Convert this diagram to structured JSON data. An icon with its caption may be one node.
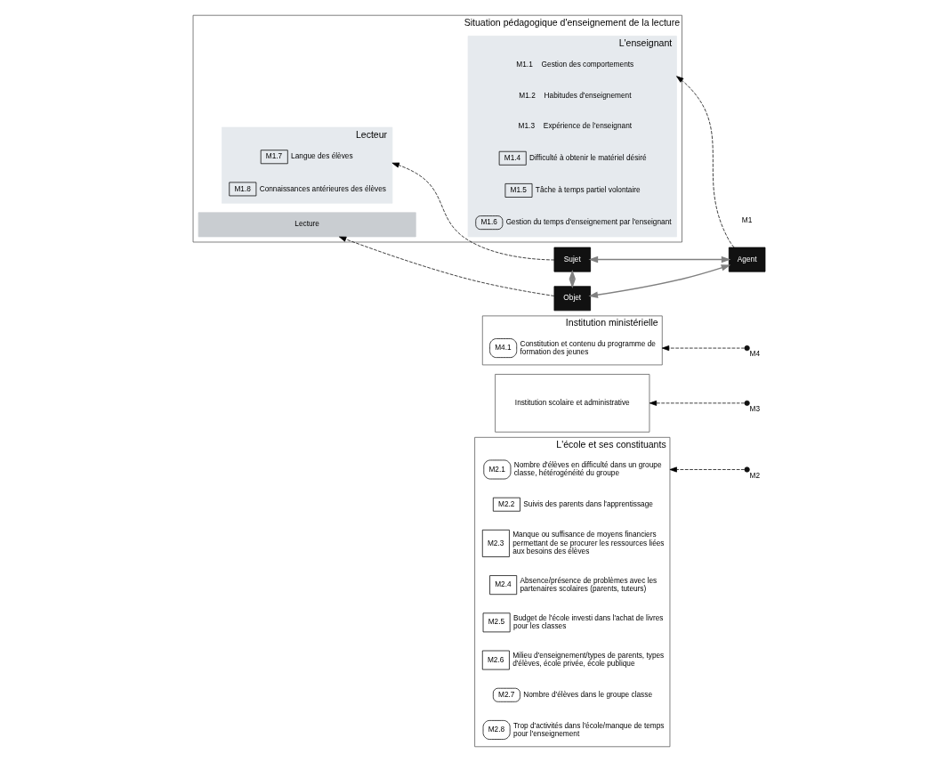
{
  "diagram": {
    "nodes": [
      {
        "text": [
          "L'école et ses constituants"
        ]
      },
      {
        "text": [
          "M2.1"
        ],
        "in": 0,
        "beside": [
          "Nombre d'élèves en difficulté dans un groupe classe, hétérogénéité du groupe"
        ]
      },
      {
        "text": [
          "M2.2"
        ],
        "in": 0,
        "beside": [
          "Suivis des parents dans l'apprentissage"
        ]
      },
      {
        "text": [
          "M2.3"
        ],
        "in": 0,
        "beside": [
          "Manque ou suffisance de moyens financiers permettant de se procurer les ressources liées aux besoins des élèves"
        ]
      },
      {
        "text": [
          "M2.4"
        ],
        "in": 0,
        "beside": [
          "Absence/présence de problèmes avec les partenaires scolaires (parents, tuteurs)"
        ]
      },
      {
        "text": [
          "M2.5"
        ],
        "in": 0,
        "beside": [
          "Budget de l'école investi dans l'achat de livres pour les classes"
        ]
      },
      {
        "text": [
          "M2.6"
        ],
        "in": 0,
        "beside": [
          "Milieu d'enseignement/types de parents, types d'élèves, école privée, école publique"
        ]
      },
      {
        "text": [
          "M2.7"
        ],
        "in": 0,
        "beside": [
          "Nombre d'élèves dans le groupe classe"
        ]
      },
      {
        "text": [
          "M2.8"
        ],
        "in": 0,
        "beside": [
          "Trop d'activités dans l'école/manque de temps pour l'enseignement"
        ]
      },
      {
        "text": [
          "Institution scolaire et administrative"
        ]
      },
      {
        "text": [
          "Institution ministérielle"
        ]
      },
      {
        "text": [
          "M4.1"
        ],
        "in": 10,
        "beside": [
          "Constitution et contenu du programme de formation des jeunes"
        ]
      },
      {
        "text": [
          "Situation pédagogique d'enseignement de la lecture"
        ]
      },
      {
        "text": [
          "L'enseignant"
        ],
        "in": 12
      },
      {
        "text": [
          "M1.1"
        ],
        "in": 13,
        "beside": [
          "Gestion des comportements"
        ]
      },
      {
        "text": [
          "M1.2"
        ],
        "in": 13,
        "beside": [
          "Habitudes d'enseignement"
        ]
      },
      {
        "text": [
          "M1.3"
        ],
        "in": 13,
        "beside": [
          "Expérience de l'enseignant"
        ]
      },
      {
        "text": [
          "M1.4"
        ],
        "in": 13,
        "beside": [
          "Difficulté à obtenir le matériel désiré"
        ]
      },
      {
        "text": [
          "M1.5"
        ],
        "in": 13,
        "beside": [
          "Tâche à temps partiel volontaire"
        ]
      },
      {
        "text": [
          "M1.6"
        ],
        "in": 13,
        "beside": [
          "Gestion du temps d'enseignement par l'enseignant"
        ]
      },
      {
        "text": [
          "Lecteur"
        ],
        "in": 12
      },
      {
        "text": [
          "M1.7"
        ],
        "in": 20,
        "beside": [
          "Langue des élèves"
        ]
      },
      {
        "text": [
          "M1.8"
        ],
        "in": 20,
        "beside": [
          "Connaissances antérieures des élèves"
        ]
      },
      {
        "text": [
          "Lecture"
        ],
        "in": 12
      },
      {
        "text": [
          "Agent"
        ]
      },
      {
        "text": [
          "Sujet"
        ]
      },
      {
        "text": [
          "Objet"
        ]
      },
      {
        "text": [],
        "shape": "circle",
        "beside": [
          "M2"
        ]
      },
      {
        "text": [],
        "shape": "circle",
        "beside": [
          "M3"
        ]
      },
      {
        "text": [],
        "shape": "circle",
        "beside": [
          "M4"
        ]
      }
    ],
    "edges": [
      {
        "from": 27,
        "to": 0,
        "arrow": "to",
        "style": "dashed"
      },
      {
        "from": 28,
        "to": 9,
        "arrow": "to",
        "style": "dashed"
      },
      {
        "from": 29,
        "to": 10,
        "arrow": "to",
        "style": "dashed"
      },
      {
        "from": 24,
        "to": 13,
        "arrow": "to",
        "style": "dashed"
      },
      {
        "from": 25,
        "to": 20,
        "arrow": "to",
        "style": "dashed"
      },
      {
        "from": 26,
        "to": 23,
        "arrow": "to",
        "style": "dashed"
      },
      {
        "from": 24,
        "to": 25,
        "arrow": "both",
        "color": "#808080"
      },
      {
        "from": 24,
        "to": 26,
        "arrow": "both",
        "color": "#808080"
      },
      {
        "from": 25,
        "to": 26,
        "arrow": "both",
        "color": "#808080"
      }
    ],
    "labels": [
      "M1"
    ]
  }
}
